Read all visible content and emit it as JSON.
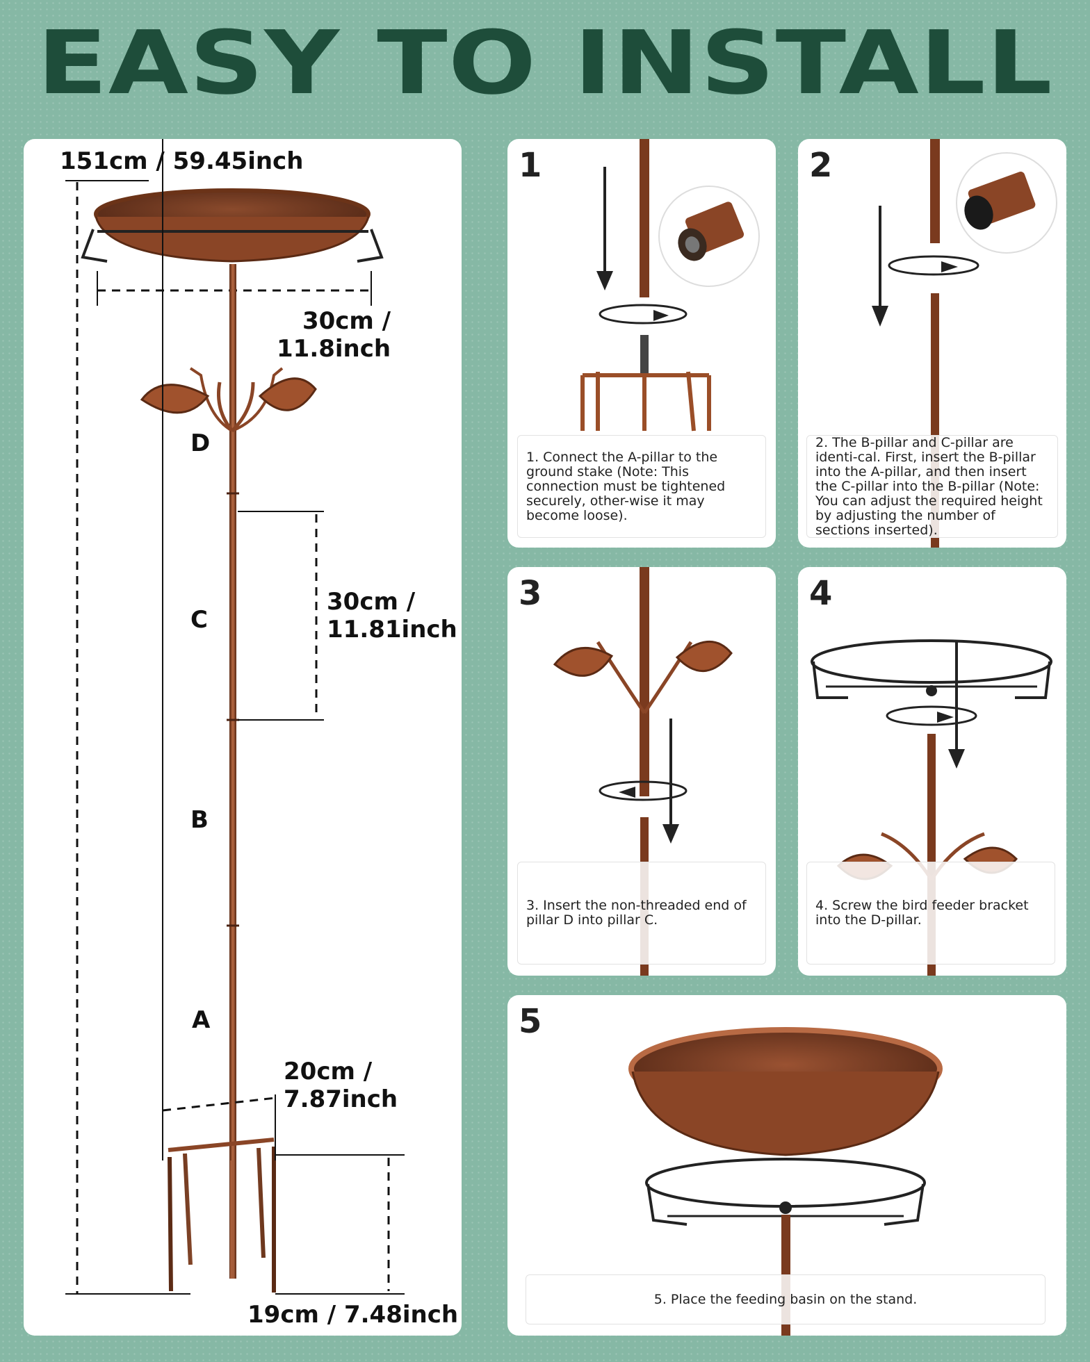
{
  "title": "EASY TO INSTALL",
  "dimensions": {
    "total_height": "151cm / 59.45inch",
    "basin_width": "30cm /\n11.8inch",
    "section_length": "30cm /\n11.81inch",
    "stake_width": "20cm /\n7.87inch",
    "stake_depth": "19cm / 7.48inch"
  },
  "pillar_labels": [
    "D",
    "C",
    "B",
    "A"
  ],
  "steps": [
    {
      "number": "1",
      "text": "1. Connect the A-pillar to the ground stake (Note: This connection must be tightened securely, other-wise it may become loose)."
    },
    {
      "number": "2",
      "text": "2. The B-pillar and C-pillar are identi-cal. First, insert the B-pillar into the A-pillar, and then insert the C-pillar into the B-pillar (Note: You can adjust the required height by adjusting the number of sections inserted)."
    },
    {
      "number": "3",
      "text": "3. Insert the non-threaded end of pillar D into pillar C."
    },
    {
      "number": "4",
      "text": "4. Screw the bird feeder bracket into the D-pillar."
    },
    {
      "number": "5",
      "text": "5. Place the feeding basin on the stand."
    }
  ],
  "colors": {
    "background": "#86b8a5",
    "title": "#1e4d3a",
    "copper": "#a0522d",
    "frame": "#222222"
  }
}
